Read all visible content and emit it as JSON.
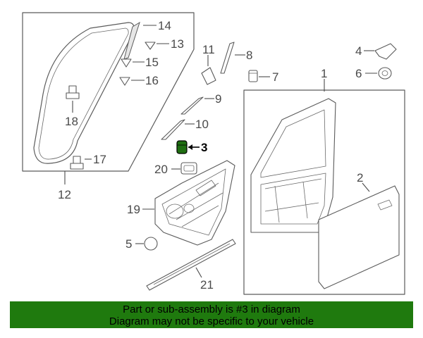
{
  "callouts": {
    "c1": "1",
    "c2": "2",
    "c3": "3",
    "c4": "4",
    "c5": "5",
    "c6": "6",
    "c7": "7",
    "c8": "8",
    "c9": "9",
    "c10": "10",
    "c11": "11",
    "c12": "12",
    "c13": "13",
    "c14": "14",
    "c15": "15",
    "c16": "16",
    "c17": "17",
    "c18": "18",
    "c19": "19",
    "c20": "20",
    "c21": "21"
  },
  "highlight_part": "3",
  "banner": {
    "line1": "Part or sub-assembly is #3 in diagram",
    "line2": "Diagram may not be specific to your vehicle",
    "color": "#1f7a0e"
  }
}
